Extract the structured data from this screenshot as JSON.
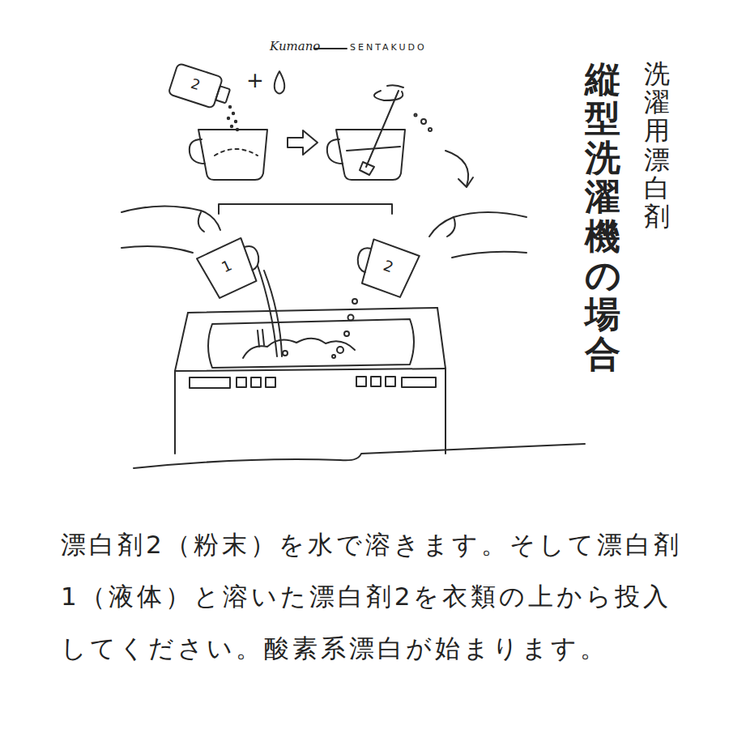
{
  "diagram": {
    "title": "縦型洗濯機の場合",
    "caption": "漂白剤2（粉末）を水で溶きます。そして漂白剤1（液体）と溶いた漂白剤2を衣類の上から投入してください。酸素系漂白が始まります。",
    "labels": [
      "Kumano",
      "SENTAKUDO",
      "洗濯用漂白剤",
      "2",
      "+",
      "1",
      "2"
    ]
  }
}
